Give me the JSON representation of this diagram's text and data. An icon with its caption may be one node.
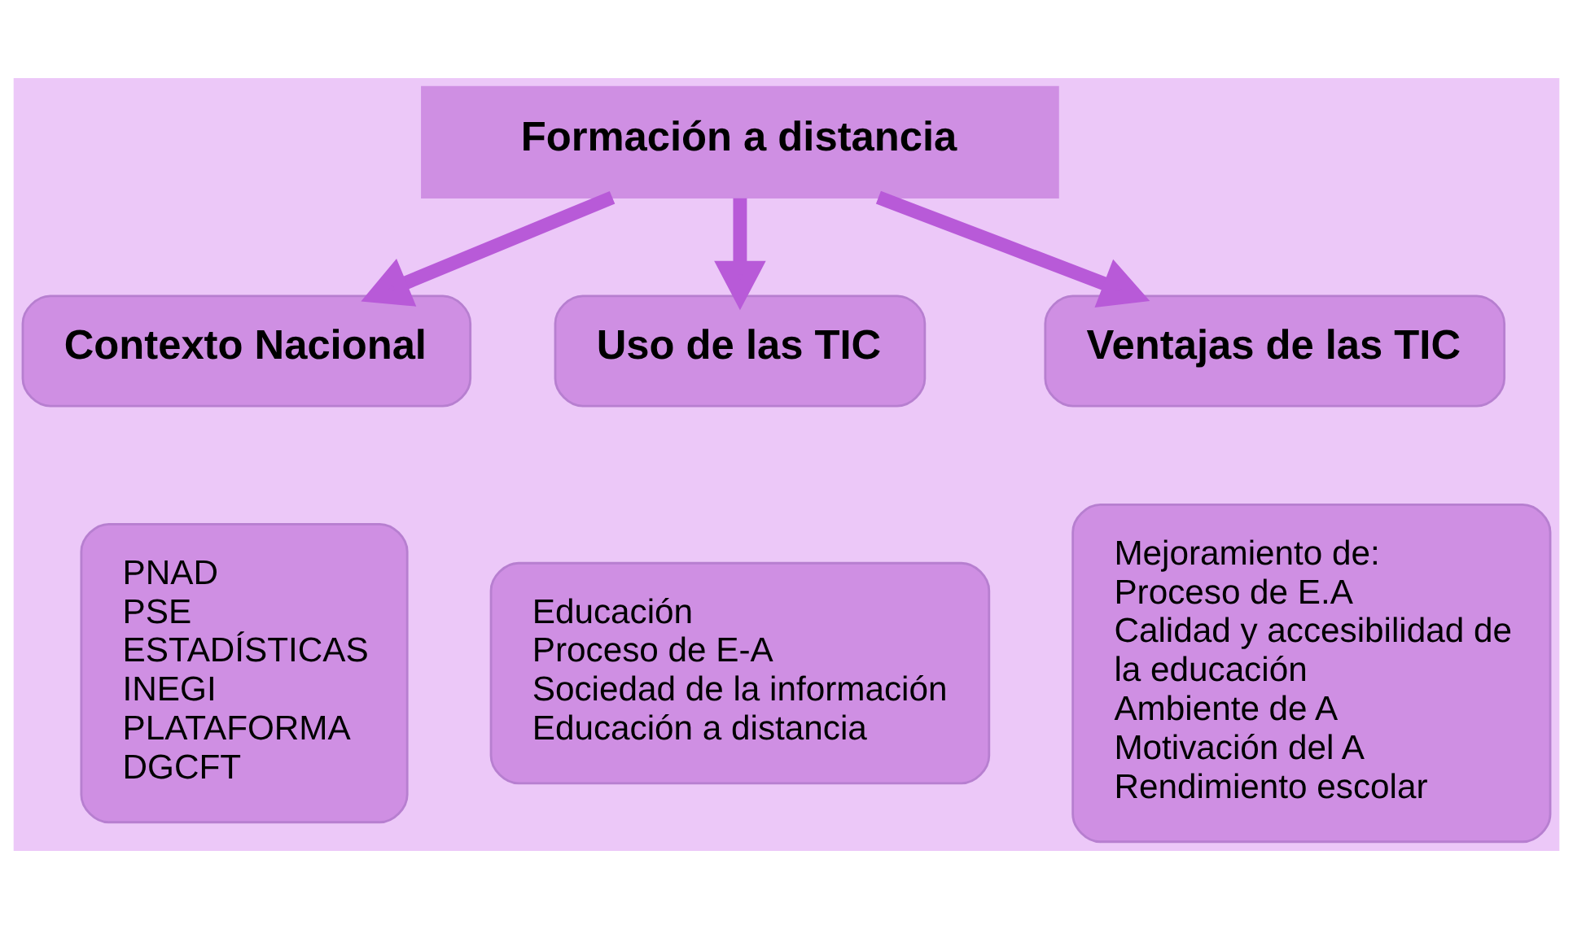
{
  "diagram": {
    "nodes": [
      {
        "text": [
          "Formación a distancia"
        ]
      },
      {
        "text": [
          "Contexto Nacional"
        ]
      },
      {
        "text": [
          "Uso de las TIC"
        ]
      },
      {
        "text": [
          "Ventajas de las TIC"
        ]
      },
      {
        "text": [
          "PNAD",
          "PSE",
          "ESTADÍSTICAS",
          "INEGI",
          "PLATAFORMA",
          "DGCFT"
        ]
      },
      {
        "text": [
          "Educación",
          "Proceso de E-A",
          "Sociedad de la información",
          "Educación a distancia"
        ]
      },
      {
        "text": [
          "Mejoramiento de:",
          "Proceso de E.A",
          "Calidad y accesibilidad de la educación",
          "Ambiente de A",
          "Motivación del A",
          "Rendimiento escolar"
        ]
      }
    ],
    "edges": [
      {
        "from": 0,
        "to": 1,
        "arrow": "to"
      },
      {
        "from": 0,
        "to": 2,
        "arrow": "to"
      },
      {
        "from": 0,
        "to": 3,
        "arrow": "to"
      }
    ]
  }
}
